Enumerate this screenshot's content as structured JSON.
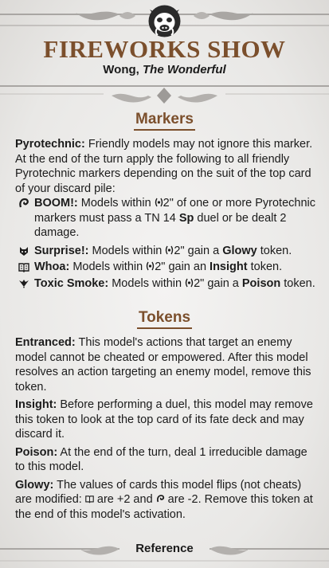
{
  "card": {
    "title": "FIREWORKS SHOW",
    "subtitle_name": "Wong, ",
    "subtitle_epithet": "The Wonderful",
    "footer": "Reference",
    "icons": [
      "boar-skull-icon",
      "ram-suit-icon",
      "mask-suit-icon",
      "tome-suit-icon",
      "crow-suit-icon",
      "aura-icon"
    ]
  },
  "markers": {
    "heading": "Markers",
    "intro_label": "Pyrotechnic:",
    "intro_text": " Friendly models may not ignore this marker. At the end of the turn apply the following to all friendly Pyrotechnic markers depending on the suit of the top card of your discard pile:",
    "items": [
      {
        "label": "BOOM!:",
        "t1": " Models within ",
        "t2": "2\" of one or more Pyrotechnic markers must pass a TN 14 ",
        "b2": "Sp",
        "t3": " duel or be dealt 2 damage."
      },
      {
        "label": "Surprise!:",
        "t1": " Models within ",
        "t2": "2\" gain a ",
        "b2": "Glowy",
        "t3": " token."
      },
      {
        "label": "Whoa:",
        "t1": " Models within ",
        "t2": "2\" gain an ",
        "b2": "Insight",
        "t3": " token."
      },
      {
        "label": "Toxic Smoke:",
        "t1": " Models within ",
        "t2": "2\" gain a ",
        "b2": "Poison",
        "t3": " token."
      }
    ]
  },
  "tokens": {
    "heading": "Tokens",
    "items": [
      {
        "label": "Entranced:",
        "text": " This model's actions that target an enemy model cannot be cheated or empowered. After this model resolves an action targeting an enemy model, remove this token."
      },
      {
        "label": "Insight:",
        "text": " Before performing a duel, this model may remove this token to look at the top card of its fate deck and may discard it."
      },
      {
        "label": "Poison:",
        "text": " At the end of the turn, deal 1 irreducible damage to this model."
      }
    ],
    "glowy_label": "Glowy:",
    "glowy_t1": " The values of cards this model flips (not cheats) are modified: ",
    "glowy_t2": " are +2 and ",
    "glowy_t3": " are -2. Remove this token at the end of this model's activation."
  }
}
